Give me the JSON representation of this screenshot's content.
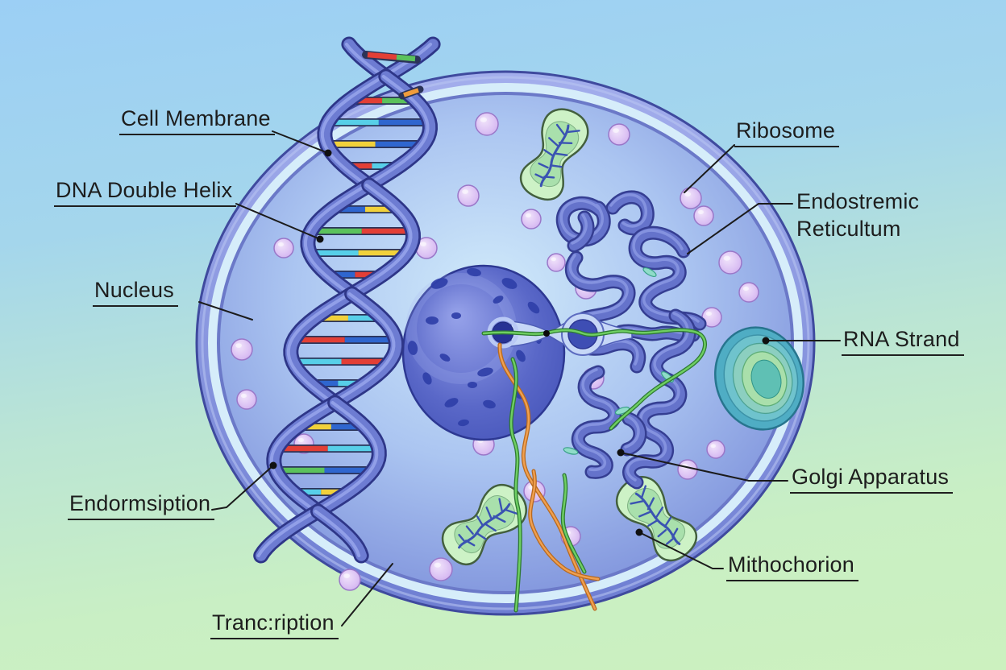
{
  "figure": {
    "type": "labeled-cell-diagram",
    "subject": "Animal cell with DNA double helix and organelles"
  },
  "labels": {
    "cell_membrane": {
      "text": "Cell Membrane"
    },
    "dna_double_helix": {
      "text": "DNA Double Helix"
    },
    "nucleus": {
      "text": "Nucleus"
    },
    "endormsiption": {
      "text": "Endormsiption"
    },
    "trancription": {
      "text": "Tranc:ription"
    },
    "ribosome": {
      "text": "Ribosome"
    },
    "endostremic_reticultum": {
      "line1": "Endostremic",
      "line2": "Reticultum"
    },
    "rna_strand": {
      "text": "RNA Strand"
    },
    "golgi_apparatus": {
      "text": "Golgi Apparatus"
    },
    "mithochorion": {
      "text": "Mithochorion"
    }
  },
  "palette": {
    "bg_top": "#9ccff5",
    "bg_bottom": "#c9efc4",
    "membrane_outline": "#3f4a9e",
    "membrane_band_light": "#a3aeec",
    "membrane_band_dark": "#6e7ed2",
    "membrane_light_ring": "#d6edfa",
    "cytoplasm_center": "#d0eafa",
    "cytoplasm_mid": "#abc5f1",
    "cytoplasm_edge": "#8296dd",
    "nucleus_light": "#97a3ea",
    "nucleus_mid": "#5a68c8",
    "nucleus_dark": "#3c4bb2",
    "nucleus_spot": "#2f3fa8",
    "pore_dark": "#273294",
    "vesicle_ring": "#c6d7f7",
    "vesicle_core": "#3e4eb4",
    "dna_strand": "#6d7cd2",
    "dna_outline": "#2e3688",
    "dna_highlight": "#9aa8ee",
    "rung_red": "#e23f36",
    "rung_green": "#5bc25c",
    "rung_cyan": "#57cfe8",
    "rung_blue": "#2f66cf",
    "rung_yellow": "#f1d13b",
    "ribosome_fill": "#dcc2f4",
    "ribosome_edge": "#9a77c8",
    "mito_outer": "#cdf2c6",
    "mito_inner": "#a9e0ac",
    "mito_vein": "#3a53b2",
    "er_tube": "#6573cb",
    "er_outline": "#353e92",
    "golgi_teal": "#4fadc4",
    "golgi_green": "#a9dfab",
    "rna_green": "#6fcf63",
    "rna_green_dark": "#2e7a33",
    "rna_orange": "#f0a050",
    "rna_orange_dark": "#b86a20",
    "label_color": "#1d1d1d",
    "leader_color": "#1b1b1b"
  }
}
